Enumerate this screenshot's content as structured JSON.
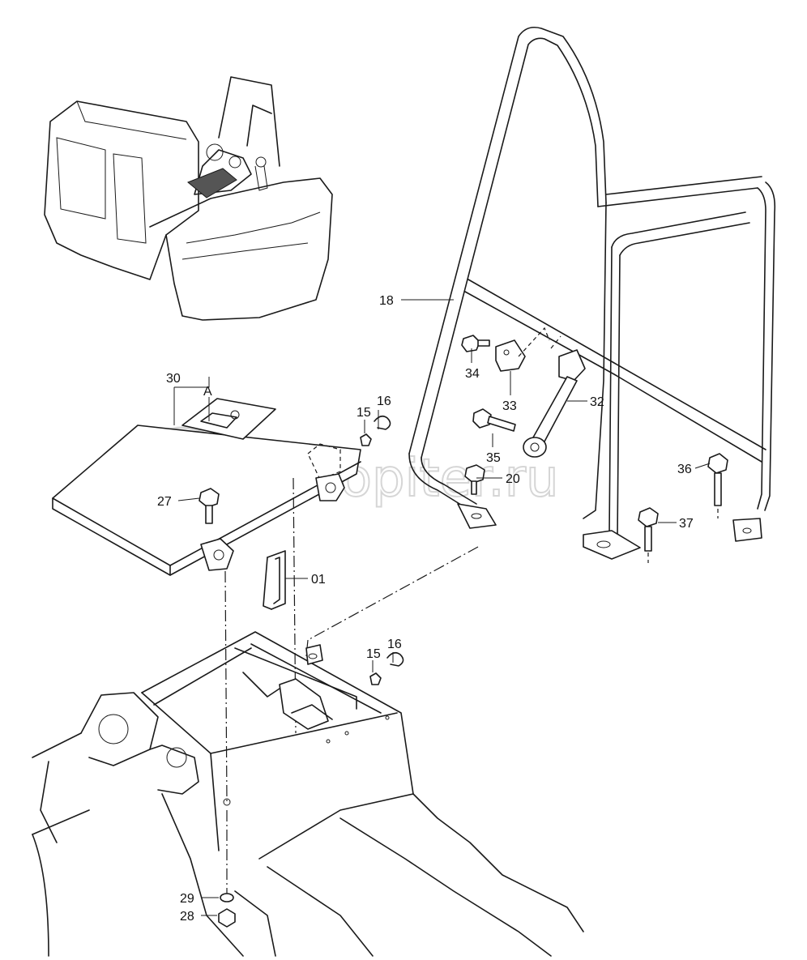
{
  "watermark": {
    "text": "autopiter.ru"
  },
  "labels": [
    {
      "id": "lbl-18",
      "text": "18"
    },
    {
      "id": "lbl-34",
      "text": "34"
    },
    {
      "id": "lbl-33",
      "text": "33"
    },
    {
      "id": "lbl-32",
      "text": "32"
    },
    {
      "id": "lbl-35",
      "text": "35"
    },
    {
      "id": "lbl-20",
      "text": "20"
    },
    {
      "id": "lbl-36",
      "text": "36"
    },
    {
      "id": "lbl-37",
      "text": "37"
    },
    {
      "id": "lbl-30",
      "text": "30"
    },
    {
      "id": "lbl-A",
      "text": "A"
    },
    {
      "id": "lbl-15a",
      "text": "15"
    },
    {
      "id": "lbl-16a",
      "text": "16"
    },
    {
      "id": "lbl-27",
      "text": "27"
    },
    {
      "id": "lbl-01",
      "text": "01"
    },
    {
      "id": "lbl-15b",
      "text": "15"
    },
    {
      "id": "lbl-16b",
      "text": "16"
    },
    {
      "id": "lbl-29",
      "text": "29"
    },
    {
      "id": "lbl-28",
      "text": "28"
    }
  ]
}
